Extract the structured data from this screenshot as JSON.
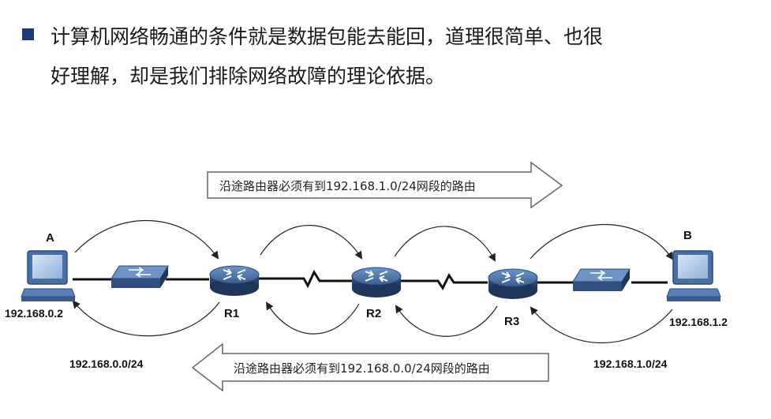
{
  "bullet": {
    "line1": "计算机网络畅通的条件就是数据包能去能回，道理很简单、也很",
    "line2": "好理解，却是我们排除网络故障的理论依据。"
  },
  "diagram": {
    "top_arrow_text": "沿途路由器必须有到192.168.1.0/24网段的路由",
    "bottom_arrow_text": "沿途路由器必须有到192.168.0.0/24网段的路由",
    "host_a": {
      "label": "A",
      "ip": "192.168.0.2"
    },
    "host_b": {
      "label": "B",
      "ip": "192.168.1.2"
    },
    "routers": [
      {
        "label": "R1"
      },
      {
        "label": "R2"
      },
      {
        "label": "R3"
      }
    ],
    "net_left": "192.168.0.0/24",
    "net_right": "192.168.1.0/24"
  },
  "colors": {
    "bullet": "#1f3b73",
    "router": "#3a5f92",
    "switch": "#4a6fa5",
    "pc": "#5b7fb8",
    "link": "#111111"
  }
}
